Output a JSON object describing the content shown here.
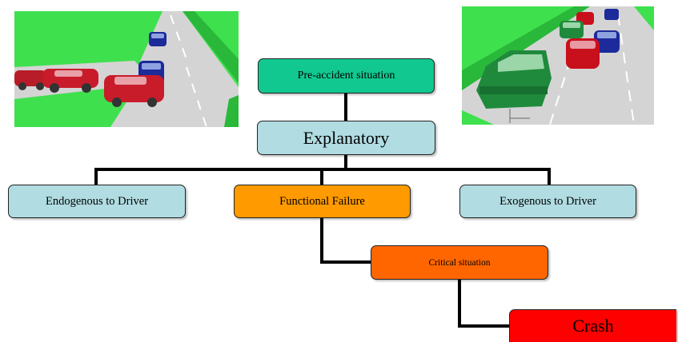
{
  "diagram": {
    "nodes": {
      "pre_accident": {
        "label": "Pre-accident situation",
        "color": "#10c890"
      },
      "explanatory": {
        "label": "Explanatory",
        "color": "#b0dce2"
      },
      "endogenous": {
        "label": "Endogenous to Driver",
        "color": "#b0dce2"
      },
      "functional_failure": {
        "label": "Functional Failure",
        "color": "#ff9a00"
      },
      "exogenous": {
        "label": "Exogenous to Driver",
        "color": "#b0dce2"
      },
      "critical": {
        "label": "Critical situation",
        "color": "#ff6600"
      },
      "crash": {
        "label": "Crash",
        "color": "#ff0000"
      }
    },
    "connector_color": "#000000"
  },
  "photos": {
    "left_scene": {
      "road_color": "#d4d4d4",
      "grass_color": "#3fe04e",
      "car_colors": [
        "#b81c28",
        "#1c2a9a"
      ]
    },
    "right_scene": {
      "road_color": "#d4d4d4",
      "grass_color": "#3fe04e",
      "car_colors": [
        "#1f8a3c",
        "#c8101c",
        "#1c2a9a"
      ]
    }
  }
}
